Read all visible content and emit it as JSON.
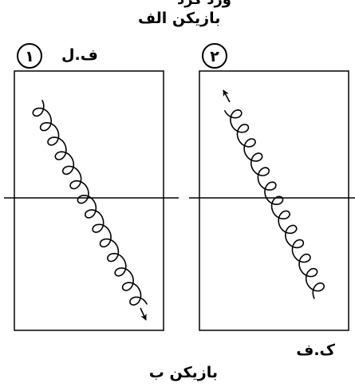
{
  "top_text": "ورد کرد",
  "panel1": {
    "number": "١",
    "player": "بازیکن الف",
    "label": "ف.ل"
  },
  "panel2": {
    "number": "٢",
    "player": "بازیکن ب",
    "label": "ک.ف"
  }
}
